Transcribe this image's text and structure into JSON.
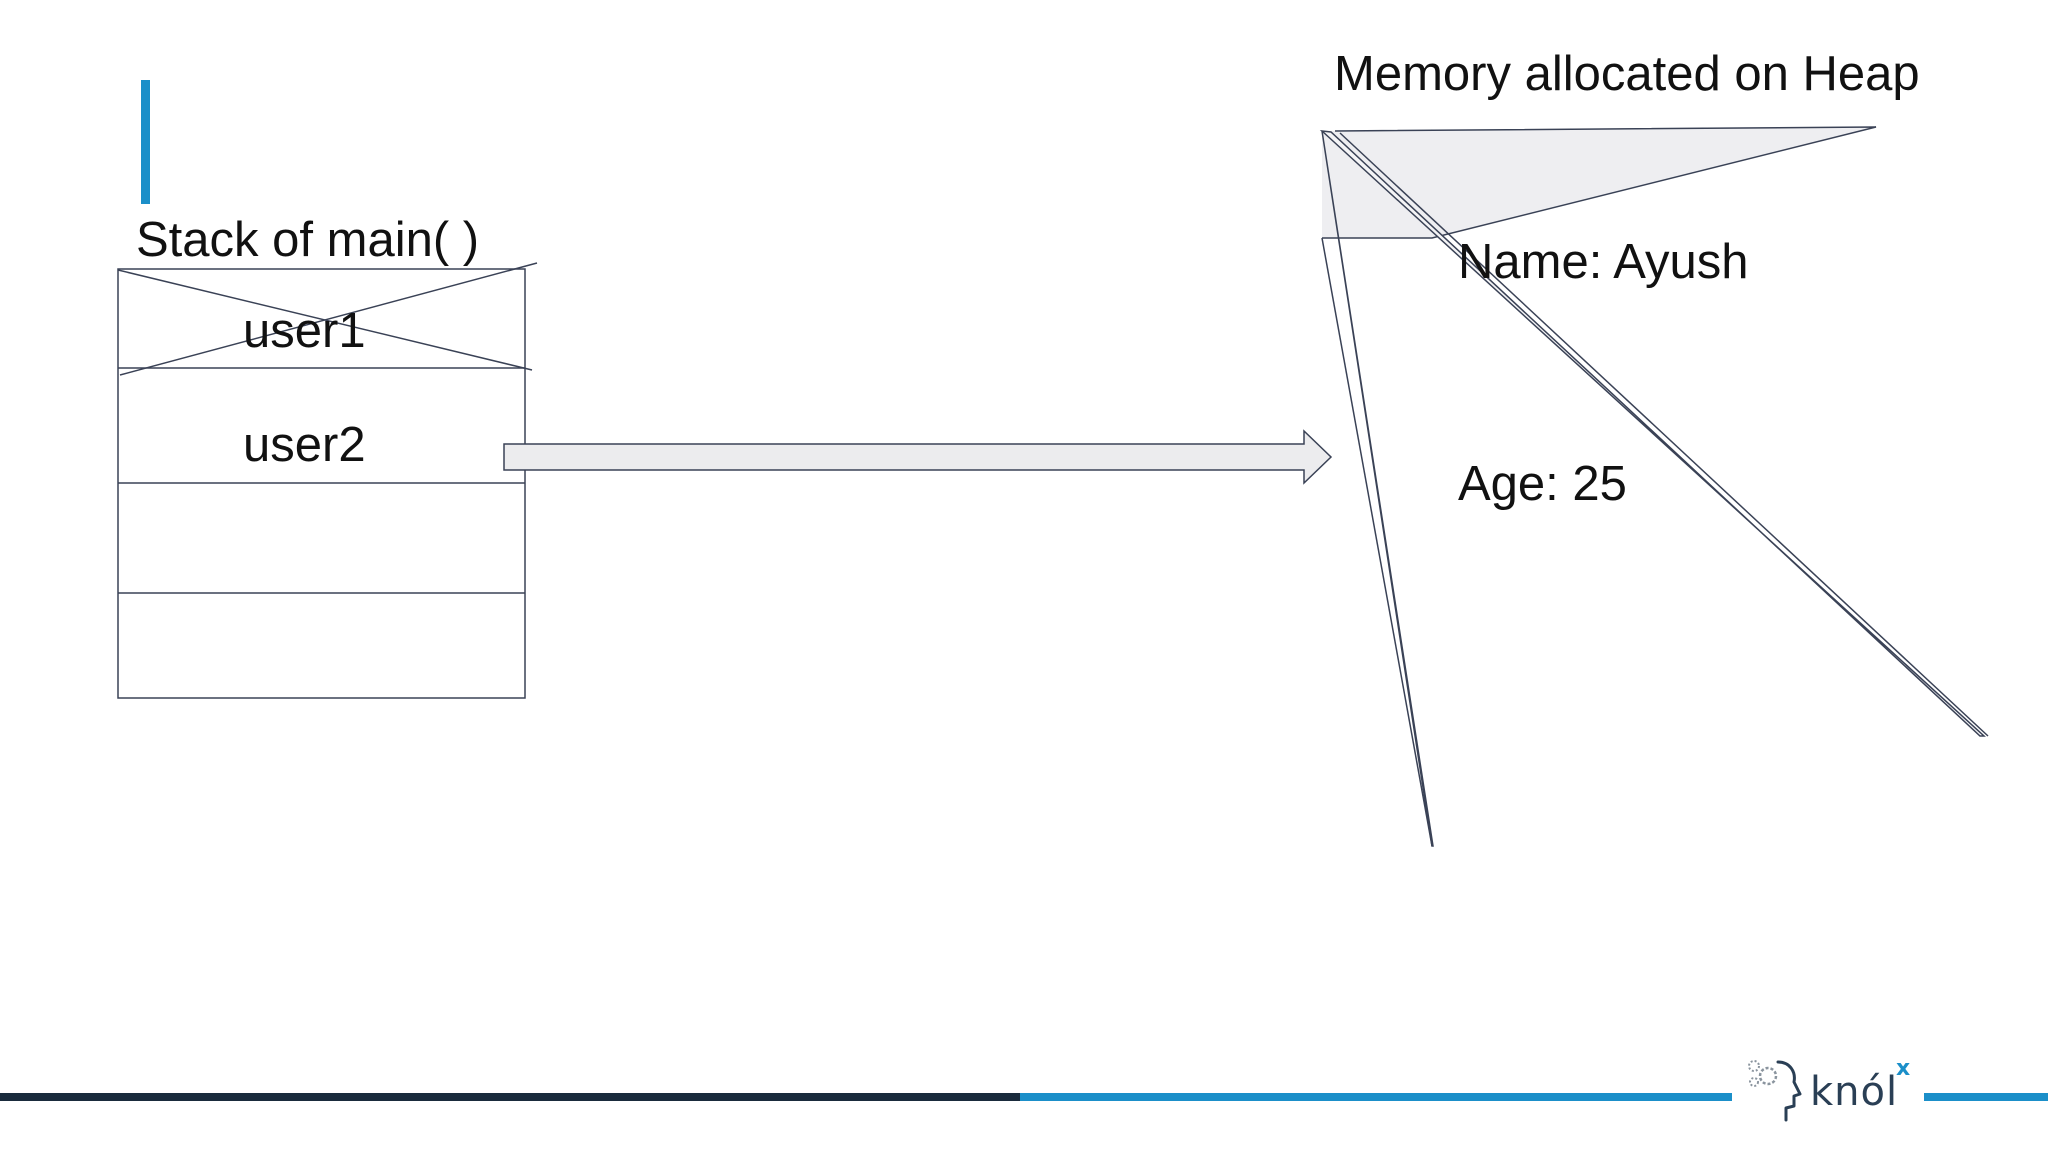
{
  "stack": {
    "title": "Stack of main( )",
    "cells": [
      "user1",
      "user2",
      "",
      ""
    ]
  },
  "heap": {
    "title": "Memory allocated on Heap",
    "fields": [
      "Name: Ayush",
      "Age: 25"
    ]
  },
  "logo": {
    "text": "knól",
    "superscript": "x"
  },
  "colors": {
    "accent": "#1b8fc9",
    "dark_bar": "#1a2b3c",
    "line": "#3a4256"
  }
}
